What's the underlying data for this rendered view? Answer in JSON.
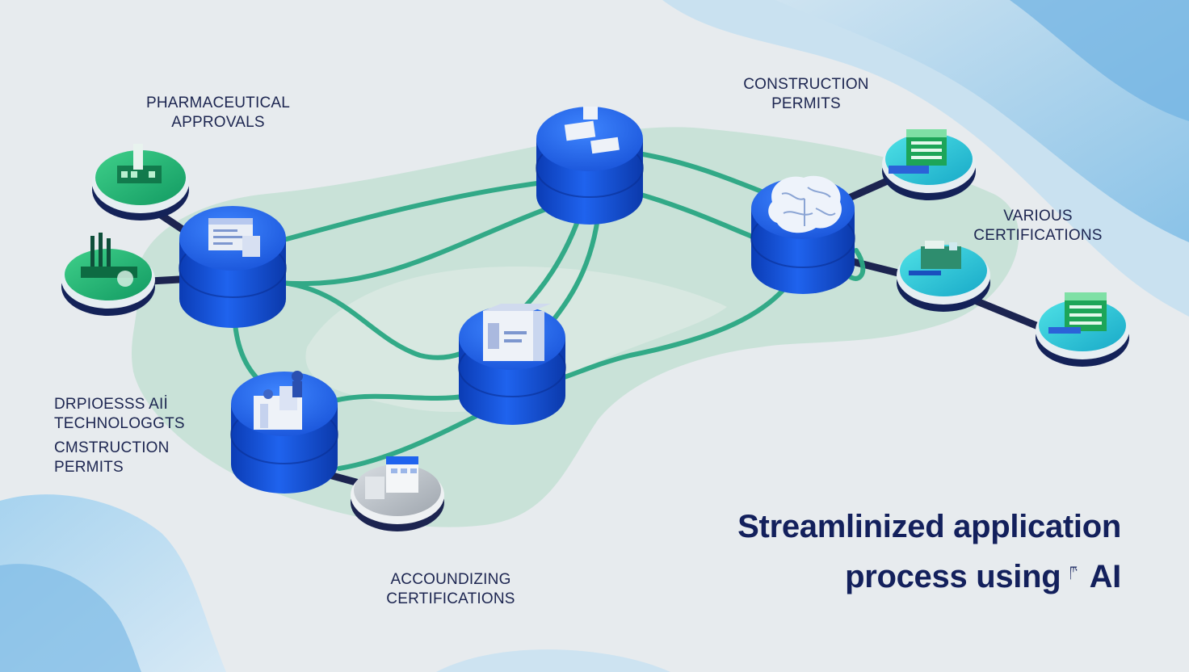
{
  "labels": {
    "pharmaceutical": [
      "PHARMACEUTICAL",
      "APPROVALS"
    ],
    "construction_top": [
      "CONSTRUCTION",
      "PERMITS"
    ],
    "various": [
      "VARIOUS",
      "CERTIFICATIONS"
    ],
    "left_lines": [
      "DRPIOESSS AIİ",
      "TECHNOLOGGTS",
      "CMSTRUCTION",
      "PERMITS"
    ],
    "accounting": [
      "ACCOUNDIZING",
      "CERTIFICATIONS"
    ]
  },
  "headline": {
    "line1": "Streamlinized application",
    "line2_text": "process using",
    "line2_mark": "ཫ",
    "line2_ai": "AI"
  },
  "colors": {
    "background": "#e7ebee",
    "hub_blue": "#1f5ee6",
    "hub_blue_dark": "#0c3fb8",
    "connector_green": "#2faa86",
    "satellite_green": "#1fae6e",
    "satellite_teal": "#21c0d0",
    "text_navy": "#13205c"
  },
  "icons": {
    "hub_1": "document-stack-icon",
    "hub_2": "documents-icon",
    "hub_3": "brain-icon",
    "hub_4": "file-box-icon",
    "hub_5": "office-worker-icon",
    "sat_1": "factory-icon",
    "sat_2": "industrial-plant-icon",
    "sat_3": "building-blocks-icon",
    "sat_4": "server-icon",
    "sat_5": "green-building-icon",
    "sat_6": "office-building-icon"
  }
}
